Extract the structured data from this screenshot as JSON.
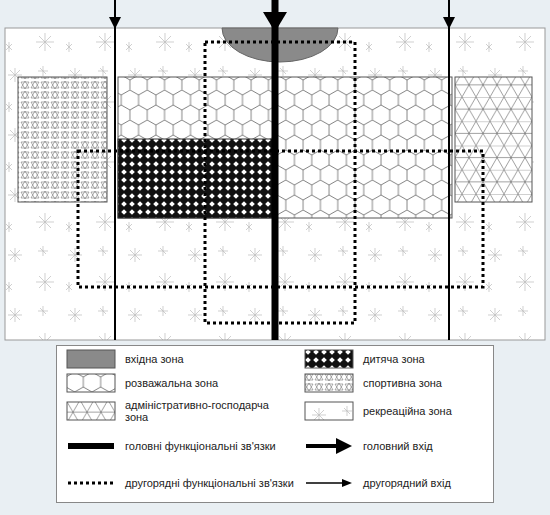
{
  "diagram": {
    "legend": [
      {
        "text": "вхідна зона",
        "color": "#8a8a8a"
      },
      {
        "text": "дитяча зона"
      },
      {
        "text": "розважальна зона"
      },
      {
        "text": "спортивна зона"
      },
      {
        "text": "адміністративно-господарча зона"
      },
      {
        "text": "рекреаційна зона"
      },
      {
        "text": "головні функціональні зв'язки"
      },
      {
        "text": "головний вхід"
      },
      {
        "text": "другорядні функціональні зв'язки"
      },
      {
        "text": "другорядний вхід"
      }
    ]
  }
}
